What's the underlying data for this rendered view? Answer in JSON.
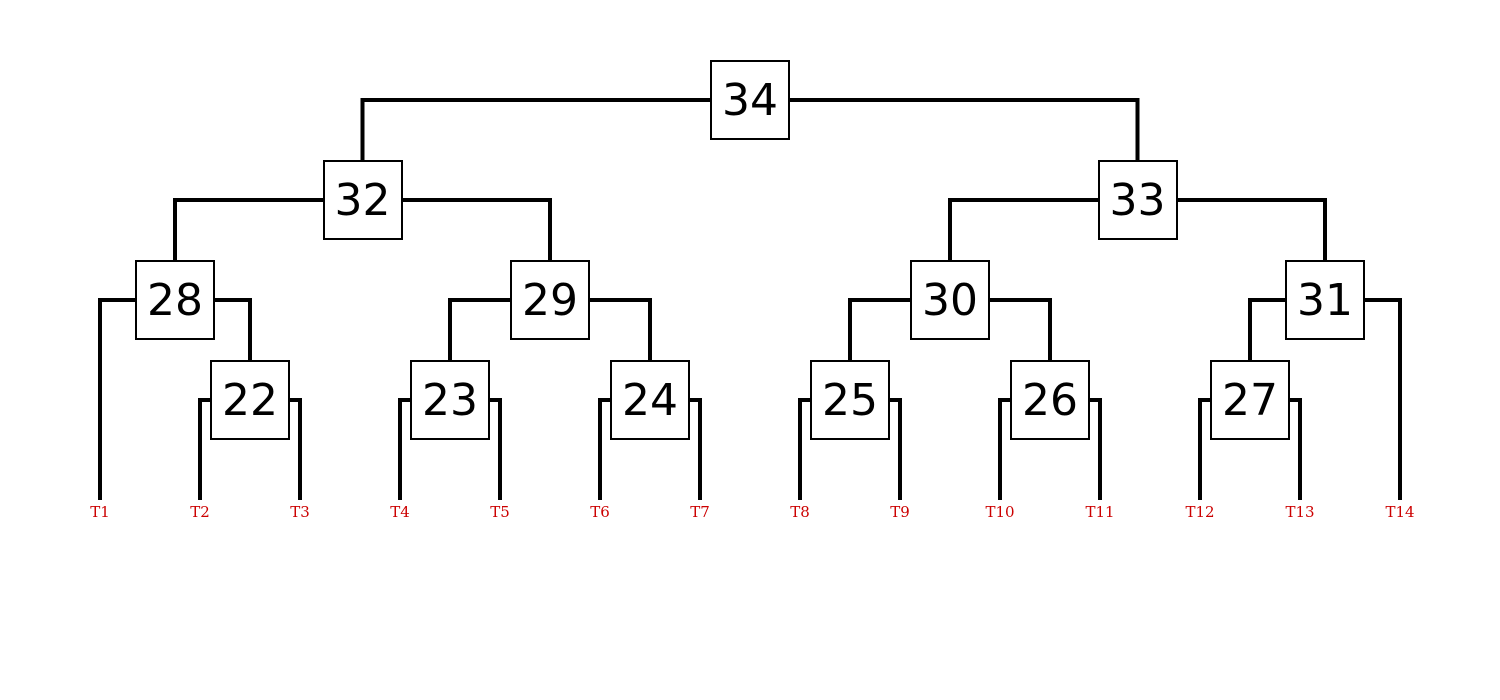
{
  "colors": {
    "line": "#000000",
    "node_border": "#000000",
    "leaf_label": "#cc0000"
  },
  "tree": {
    "root": "34",
    "nodes": [
      {
        "id": "34",
        "left": "32",
        "right": "33"
      },
      {
        "id": "32",
        "left": "28",
        "right": "29"
      },
      {
        "id": "33",
        "left": "30",
        "right": "31"
      },
      {
        "id": "28",
        "left": "T1",
        "right": "22"
      },
      {
        "id": "29",
        "left": "23",
        "right": "24"
      },
      {
        "id": "30",
        "left": "25",
        "right": "26"
      },
      {
        "id": "31",
        "left": "27",
        "right": "T14"
      },
      {
        "id": "22",
        "left": "T2",
        "right": "T3"
      },
      {
        "id": "23",
        "left": "T4",
        "right": "T5"
      },
      {
        "id": "24",
        "left": "T6",
        "right": "T7"
      },
      {
        "id": "25",
        "left": "T8",
        "right": "T9"
      },
      {
        "id": "26",
        "left": "T10",
        "right": "T11"
      },
      {
        "id": "27",
        "left": "T12",
        "right": "T13"
      }
    ],
    "leaves": [
      "T1",
      "T2",
      "T3",
      "T4",
      "T5",
      "T6",
      "T7",
      "T8",
      "T9",
      "T10",
      "T11",
      "T12",
      "T13",
      "T14"
    ]
  }
}
